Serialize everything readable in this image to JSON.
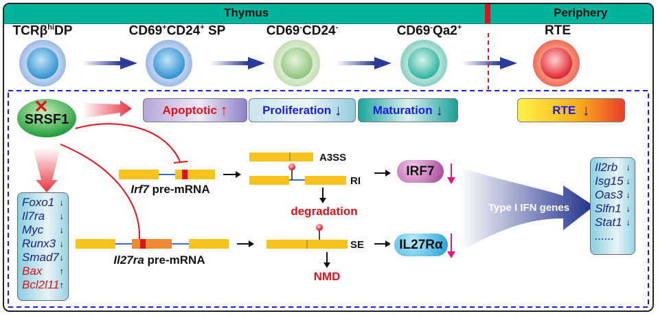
{
  "header": {
    "left_region": "Thymus",
    "right_region": "Periphery"
  },
  "stages": [
    {
      "base": "TCRβ",
      "sup": "hi",
      "rest": "DP",
      "color": "#4fa3dc"
    },
    {
      "base": "CD69",
      "sup": "+",
      "rest": "CD24",
      "sup2": "+",
      "rest2": " SP",
      "color": "#4fa3dc"
    },
    {
      "base": "CD69",
      "sup": "-",
      "rest": "CD24",
      "sup2": "-",
      "rest2": "",
      "color": "#9fd08f"
    },
    {
      "base": "CD69",
      "sup": "-",
      "rest": "Qa2",
      "sup2": "+",
      "rest2": "",
      "color": "#3dbfae"
    },
    {
      "base": "RTE",
      "sup": "",
      "rest": "",
      "color": "#ee4a4a"
    }
  ],
  "regulator": {
    "name": "SRSF1",
    "knockout_mark": "✕"
  },
  "phenotypes": [
    {
      "label": "Apoptotic",
      "direction": "up",
      "arrow": "↑"
    },
    {
      "label": "Proliferation",
      "direction": "down",
      "arrow": "↓"
    },
    {
      "label": "Maturation",
      "direction": "down",
      "arrow": "↓"
    },
    {
      "label": "RTE",
      "direction": "down",
      "arrow": "↓"
    }
  ],
  "left_genes": [
    {
      "name": "Foxo1",
      "arrow": "↓",
      "color": "#1a237e"
    },
    {
      "name": "Il7ra",
      "arrow": "↓",
      "color": "#1a237e"
    },
    {
      "name": "Myc",
      "arrow": "↓",
      "color": "#1a237e"
    },
    {
      "name": "Runx3",
      "arrow": "↓",
      "color": "#1a237e"
    },
    {
      "name": "Smad7",
      "arrow": "↓",
      "color": "#1a237e"
    },
    {
      "name": "Bax",
      "arrow": "↑",
      "color": "#e3101a"
    },
    {
      "name": "Bcl2l11",
      "arrow": "↑",
      "color": "#e3101a"
    }
  ],
  "irf7": {
    "premrna_label_italic": "Irf7",
    "premrna_label_rest": " pre-mRNA",
    "isoform_a": "A3SS",
    "isoform_b": "RI",
    "outcome": "degradation",
    "protein": "IRF7",
    "protein_arrow": "↓"
  },
  "il27ra": {
    "premrna_label_italic": "Il27ra",
    "premrna_label_rest": " pre-mRNA",
    "isoform": "SE",
    "outcome": "NMD",
    "protein": "IL27Rα",
    "protein_arrow": "↓"
  },
  "big_arrow_label": "Type I IFN genes",
  "right_genes": [
    {
      "name": "Il2rb",
      "arrow": "↓"
    },
    {
      "name": "Isg15",
      "arrow": "↓"
    },
    {
      "name": "Oas3",
      "arrow": "↓"
    },
    {
      "name": "Slfn1",
      "arrow": "↓"
    },
    {
      "name": "Stat1",
      "arrow": "↓"
    },
    {
      "name": "......",
      "arrow": ""
    }
  ],
  "colors": {
    "header_bar": "#00b39b",
    "dashed_border": "#1a1ae6",
    "exon": "#f7c21a",
    "intron": "#3a6fc4",
    "inhibit": "#e3101a"
  }
}
